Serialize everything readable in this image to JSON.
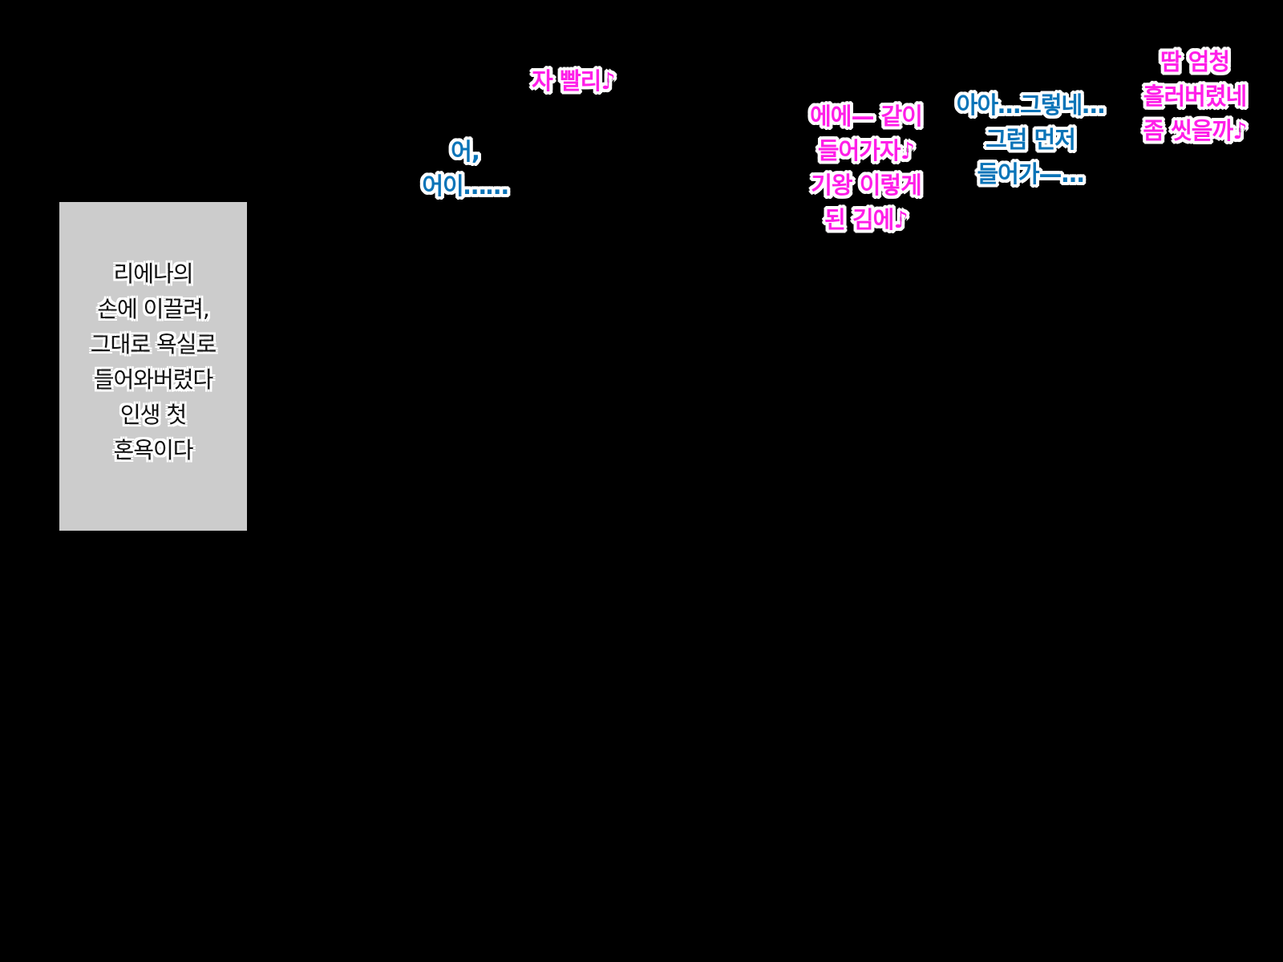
{
  "background_color": "#000000",
  "narration": {
    "box_color": "#cccccc",
    "lines": [
      "리에나의",
      "손에 이끌려,",
      "그대로 욕실로",
      "들어와버렸다",
      "인생 첫",
      "혼욕이다"
    ]
  },
  "dialogues": {
    "jabbali": {
      "color": "#ff1ee8",
      "lines": [
        "자 빨리♪"
      ]
    },
    "eo": {
      "color": "#0a74b8",
      "lines": [
        "어,",
        "어이……"
      ]
    },
    "ee": {
      "color": "#ff1ee8",
      "lines": [
        "에에— 같이",
        "들어가자♪",
        "기왕 이렇게",
        "된 김에♪"
      ]
    },
    "iya": {
      "color": "#0a74b8",
      "lines": [
        "아아…그렇네…",
        "그럼 먼저",
        "들어가—…"
      ]
    },
    "ttam": {
      "color": "#ff1ee8",
      "lines": [
        "땀 엄청",
        "흘러버렸네",
        "좀 씻을까♪"
      ]
    }
  }
}
